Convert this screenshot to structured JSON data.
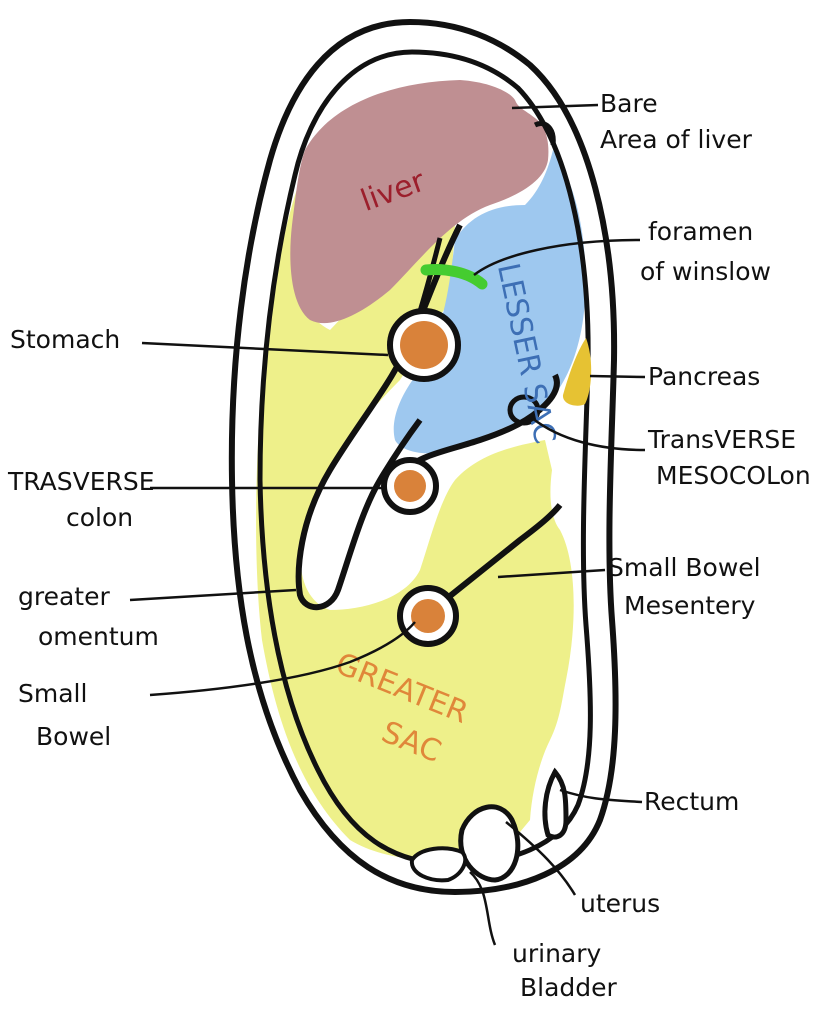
{
  "colors": {
    "greater_sac": "#eef08a",
    "lesser_sac": "#9ec8ef",
    "liver": "#bf8f92",
    "pancreas": "#e6c233",
    "organ_fill": "#d9823a",
    "foramen": "#45cc30",
    "outline": "#111111",
    "liver_text": "#9c1f2c",
    "greater_sac_text": "#e0873a",
    "lesser_sac_text": "#3d6fb5"
  },
  "inner_labels": {
    "liver": "liver",
    "lesser_sac": "LESSER SAC",
    "greater_sac_line1": "GREATER",
    "greater_sac_line2": "SAC"
  },
  "labels": {
    "bare_area_line1": "Bare",
    "bare_area_line2": "Area of liver",
    "foramen_line1": "foramen",
    "foramen_line2": "of winslow",
    "stomach": "Stomach",
    "pancreas": "Pancreas",
    "transverse_mesocolon_line1": "TransVERSE",
    "transverse_mesocolon_line2": "MESOCOLon",
    "transverse_colon_line1": "TRASVERSE",
    "transverse_colon_line2": "colon",
    "small_bowel_mesentery_line1": "Small Bowel",
    "small_bowel_mesentery_line2": "Mesentery",
    "greater_omentum_line1": "greater",
    "greater_omentum_line2": "omentum",
    "small_bowel_line1": "Small",
    "small_bowel_line2": "Bowel",
    "rectum": "Rectum",
    "uterus": "uterus",
    "urinary_bladder_line1": "urinary",
    "urinary_bladder_line2": "Bladder"
  }
}
